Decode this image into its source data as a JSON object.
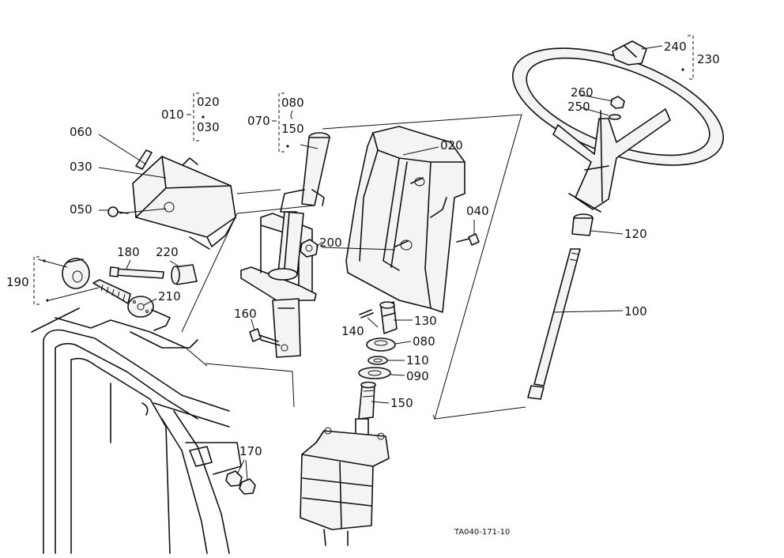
{
  "labels": {
    "p010": "010",
    "p020a": "020",
    "p030a": "030",
    "p060": "060",
    "p030": "030",
    "p050": "050",
    "p070": "070",
    "p080a": "080",
    "p150a": "150",
    "p020": "020",
    "p040": "040",
    "p180": "180",
    "p220": "220",
    "p190": "190",
    "p210": "210",
    "p200": "200",
    "p160": "160",
    "p140": "140",
    "p130": "130",
    "p080": "080",
    "p110": "110",
    "p090": "090",
    "p150": "150",
    "p170": "170",
    "p240": "240",
    "p230": "230",
    "p260": "260",
    "p250": "250",
    "p120": "120",
    "p100": "100"
  },
  "figure_code": "TA040-171-10"
}
